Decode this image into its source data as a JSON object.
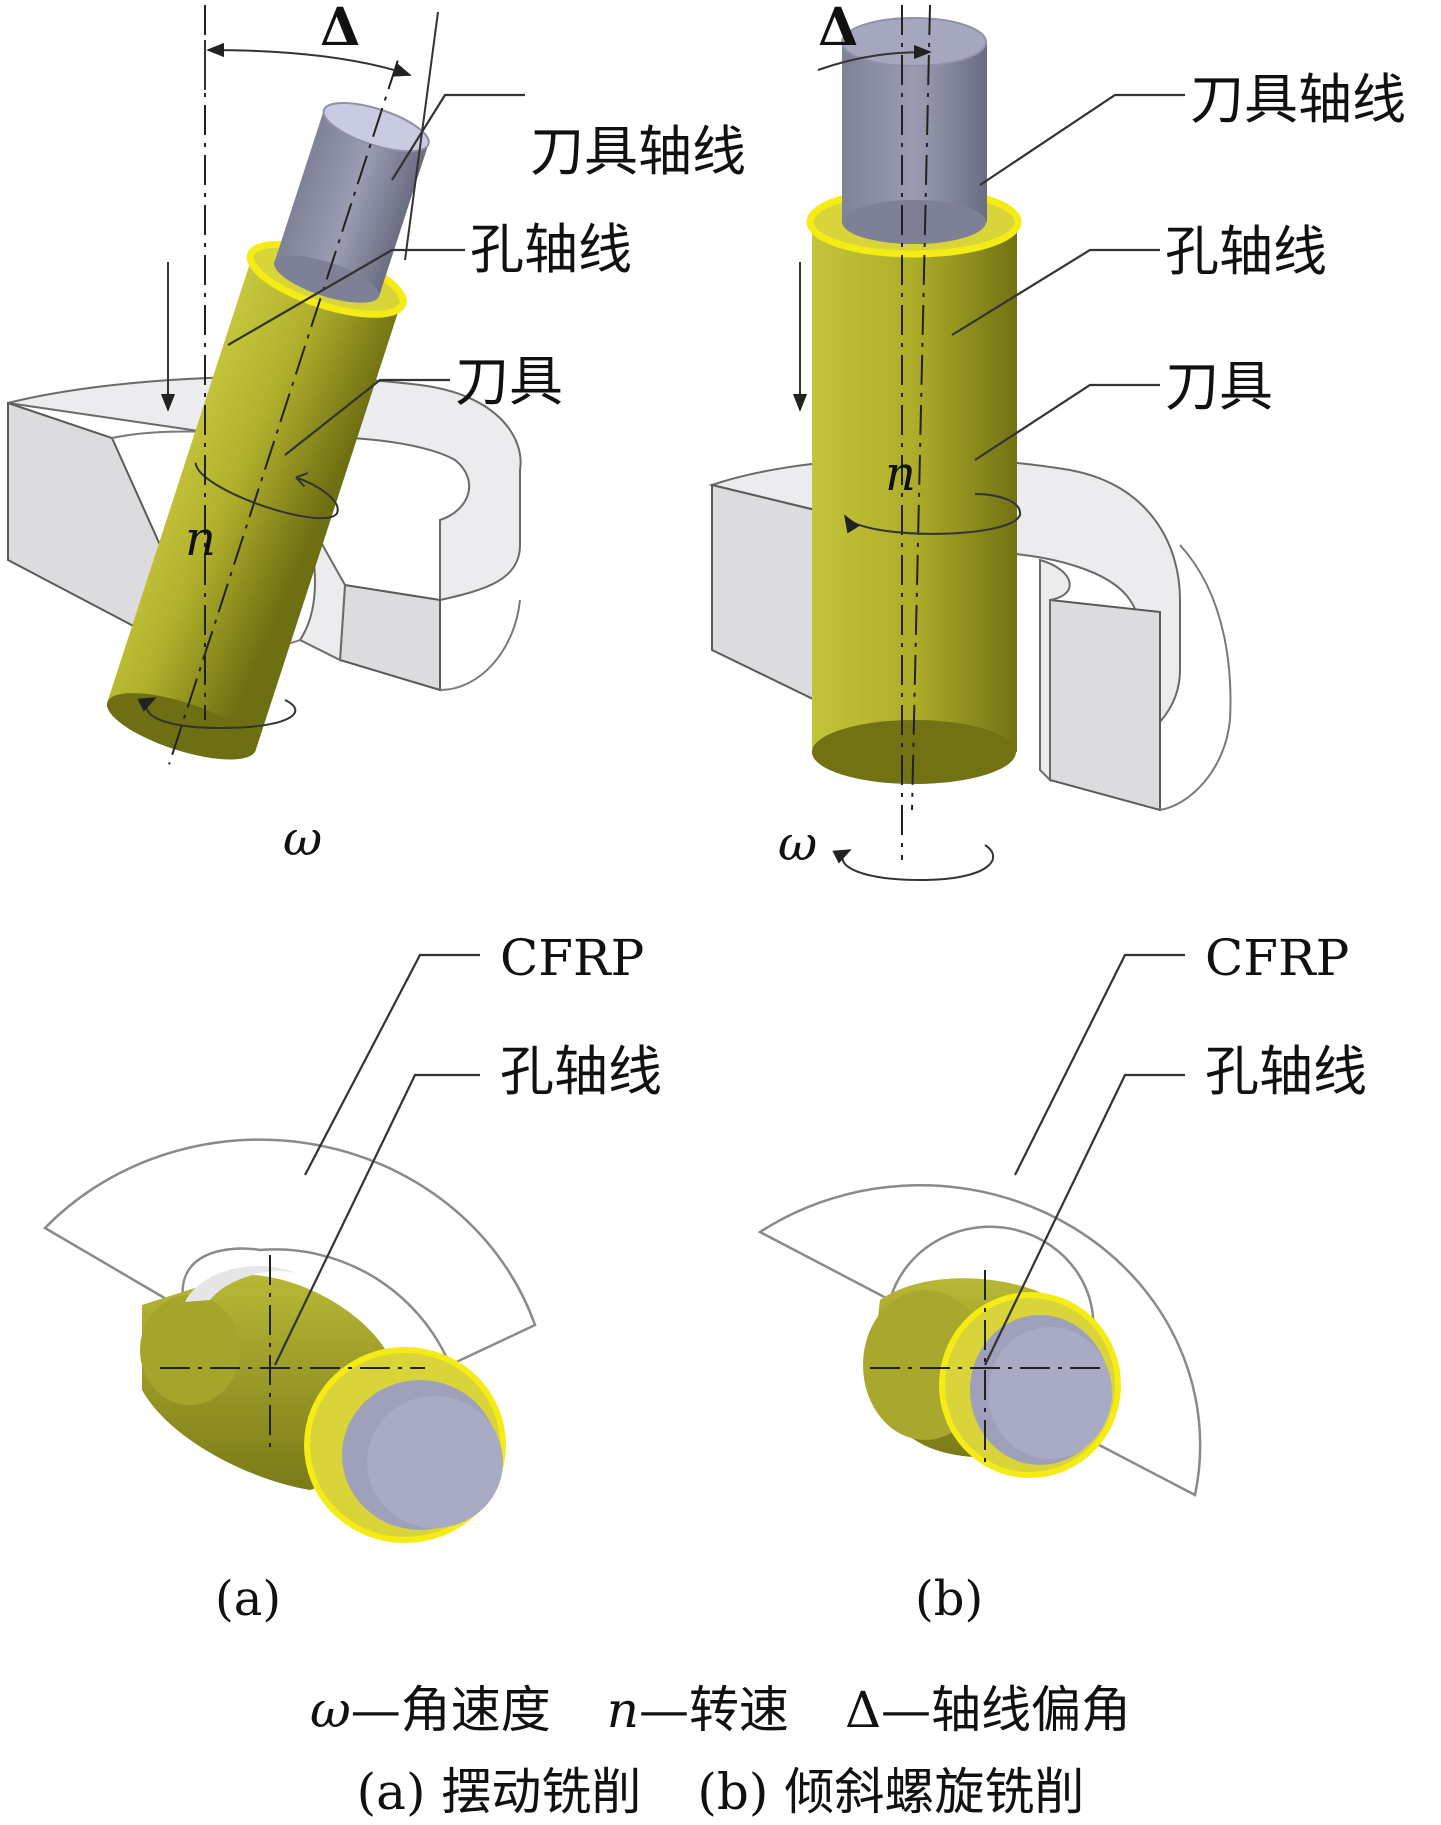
{
  "labels": {
    "delta": "Δ",
    "tool_axis": "刀具轴线",
    "hole_axis": "孔轴线",
    "tool": "刀具",
    "spindle_speed_symbol": "n",
    "angular_speed_symbol": "ω",
    "workpiece": "CFRP"
  },
  "panels": [
    {
      "id": "a",
      "label": "(a)"
    },
    {
      "id": "b",
      "label": "(b)"
    }
  ],
  "legend": [
    {
      "symbol": "ω",
      "text": "—角速度"
    },
    {
      "symbol": "n",
      "text": "—转速"
    },
    {
      "symbol": "Δ",
      "text": "—轴线偏角"
    }
  ],
  "subtitle": [
    {
      "tag": "(a)",
      "text": "摆动铣削"
    },
    {
      "tag": "(b)",
      "text": "倾斜螺旋铣削"
    }
  ],
  "colors": {
    "tool_body": "#a9a92a",
    "tool_shank": "#8f91a8",
    "tool_face": "#c9cbe0",
    "collar": "#f2ea1a",
    "workpiece": "#dcdcdf"
  }
}
